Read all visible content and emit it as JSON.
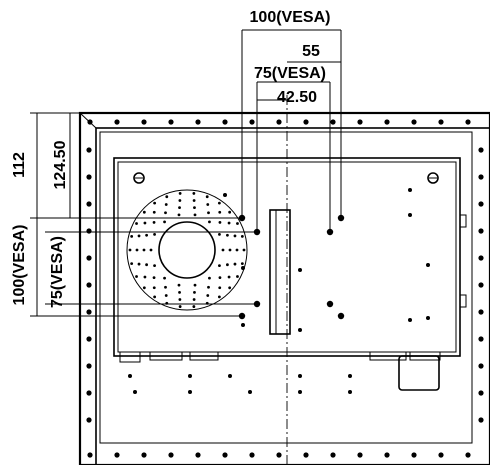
{
  "dimensions": {
    "vesa_100_horizontal": "100(VESA)",
    "dim_55": "55",
    "vesa_75_horizontal": "75(VESA)",
    "dim_42_50": "42.50",
    "dim_112": "112",
    "dim_124_50": "124.50",
    "vesa_100_vertical": "100(VESA)",
    "vesa_75_vertical": "75(VESA)"
  }
}
